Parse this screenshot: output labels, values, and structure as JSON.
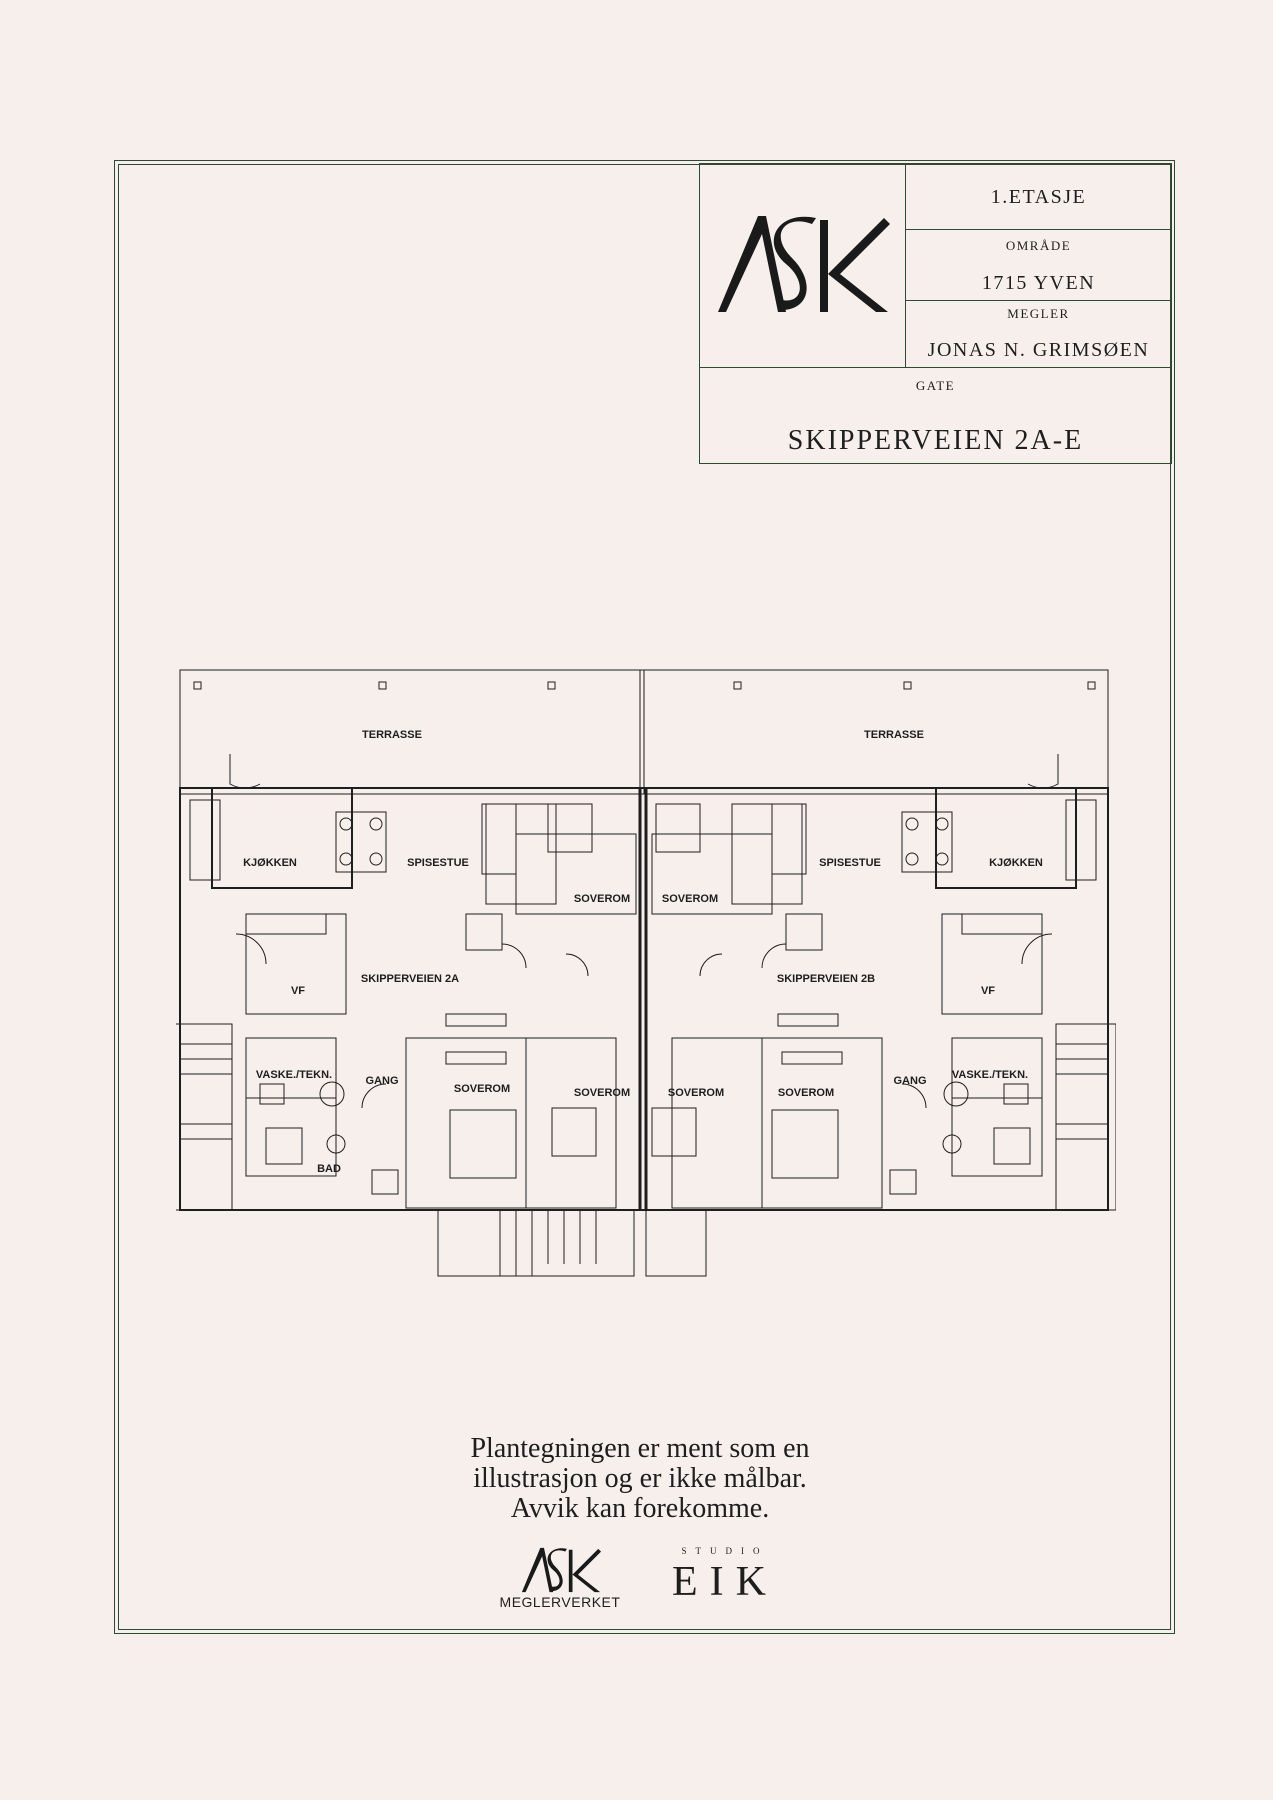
{
  "title_block": {
    "floor": "1.ETASJE",
    "area_label": "OMRÅDE",
    "area_value": "1715 YVEN",
    "broker_label": "MEGLER",
    "broker_value": "JONAS N. GRIMSØEN",
    "street_label": "GATE",
    "street_value": "SKIPPERVEIEN 2A-E"
  },
  "logo": {
    "text": "ASK"
  },
  "plan_labels": {
    "terrace_left": "TERRASSE",
    "terrace_right": "TERRASSE",
    "kitchen_left": "KJØKKEN",
    "dining_left": "SPISESTUE",
    "dining_right": "SPISESTUE",
    "kitchen_right": "KJØKKEN",
    "bedroom_1": "SOVEROM",
    "bedroom_2": "SOVEROM",
    "unit_2a": "SKIPPERVEIEN 2A",
    "unit_2b": "SKIPPERVEIEN 2B",
    "entry_left": "VF",
    "entry_right": "VF",
    "laundry_left": "VASKE./TEKN.",
    "hall_left": "GANG",
    "bedroom_3": "SOVEROM",
    "bedroom_4": "SOVEROM",
    "bedroom_5": "SOVEROM",
    "bedroom_6": "SOVEROM",
    "hall_right": "GANG",
    "laundry_right": "VASKE./TEKN.",
    "bath_left": "BAD"
  },
  "disclaimer": {
    "line1": "Plantegningen er ment som en",
    "line2": "illustrasjon og er ikke målbar.",
    "line3": "Avvik kan forekomme."
  },
  "footer_logos": {
    "ask_text": "ASK",
    "ask_sub": "MEGLERVERKET",
    "studio": "STUDIO",
    "eik": "EIK"
  },
  "colors": {
    "frame": "#2e4a34",
    "background": "#f6efec",
    "ink": "#1e1e1e"
  }
}
